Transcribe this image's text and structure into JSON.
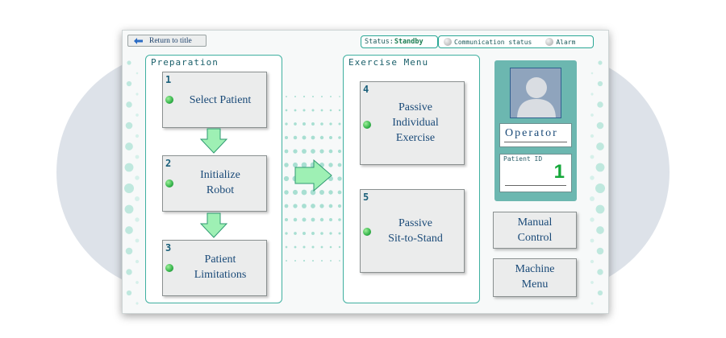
{
  "window": {
    "return_button": "Return to title",
    "status_label": "Status:",
    "status_value": "Standby",
    "communication_status_label": "Communication status",
    "alarm_label": "Alarm"
  },
  "preparation": {
    "title": "Preparation",
    "steps": [
      {
        "num": "1",
        "label": "Select Patient"
      },
      {
        "num": "2",
        "label_lines": [
          "Initialize",
          "Robot"
        ]
      },
      {
        "num": "3",
        "label_lines": [
          "Patient",
          "Limitations"
        ]
      }
    ]
  },
  "exercise_menu": {
    "title": "Exercise Menu",
    "items": [
      {
        "num": "4",
        "label_lines": [
          "Passive",
          "Individual",
          "Exercise"
        ]
      },
      {
        "num": "5",
        "label_lines": [
          "Passive",
          "Sit-to-Stand"
        ]
      }
    ]
  },
  "operator": {
    "title": "Operator",
    "patient_id_label": "Patient ID",
    "patient_id_value": "1"
  },
  "side_buttons": {
    "manual_control": [
      "Manual",
      "Control"
    ],
    "machine_menu": [
      "Machine",
      "Menu"
    ]
  },
  "colors": {
    "accent": "#3fb0a0",
    "led_green": "#34b34a",
    "arrow_fill": "#9ef0b4",
    "status_green": "#1b7d52",
    "patient_id_green": "#15a83a"
  }
}
